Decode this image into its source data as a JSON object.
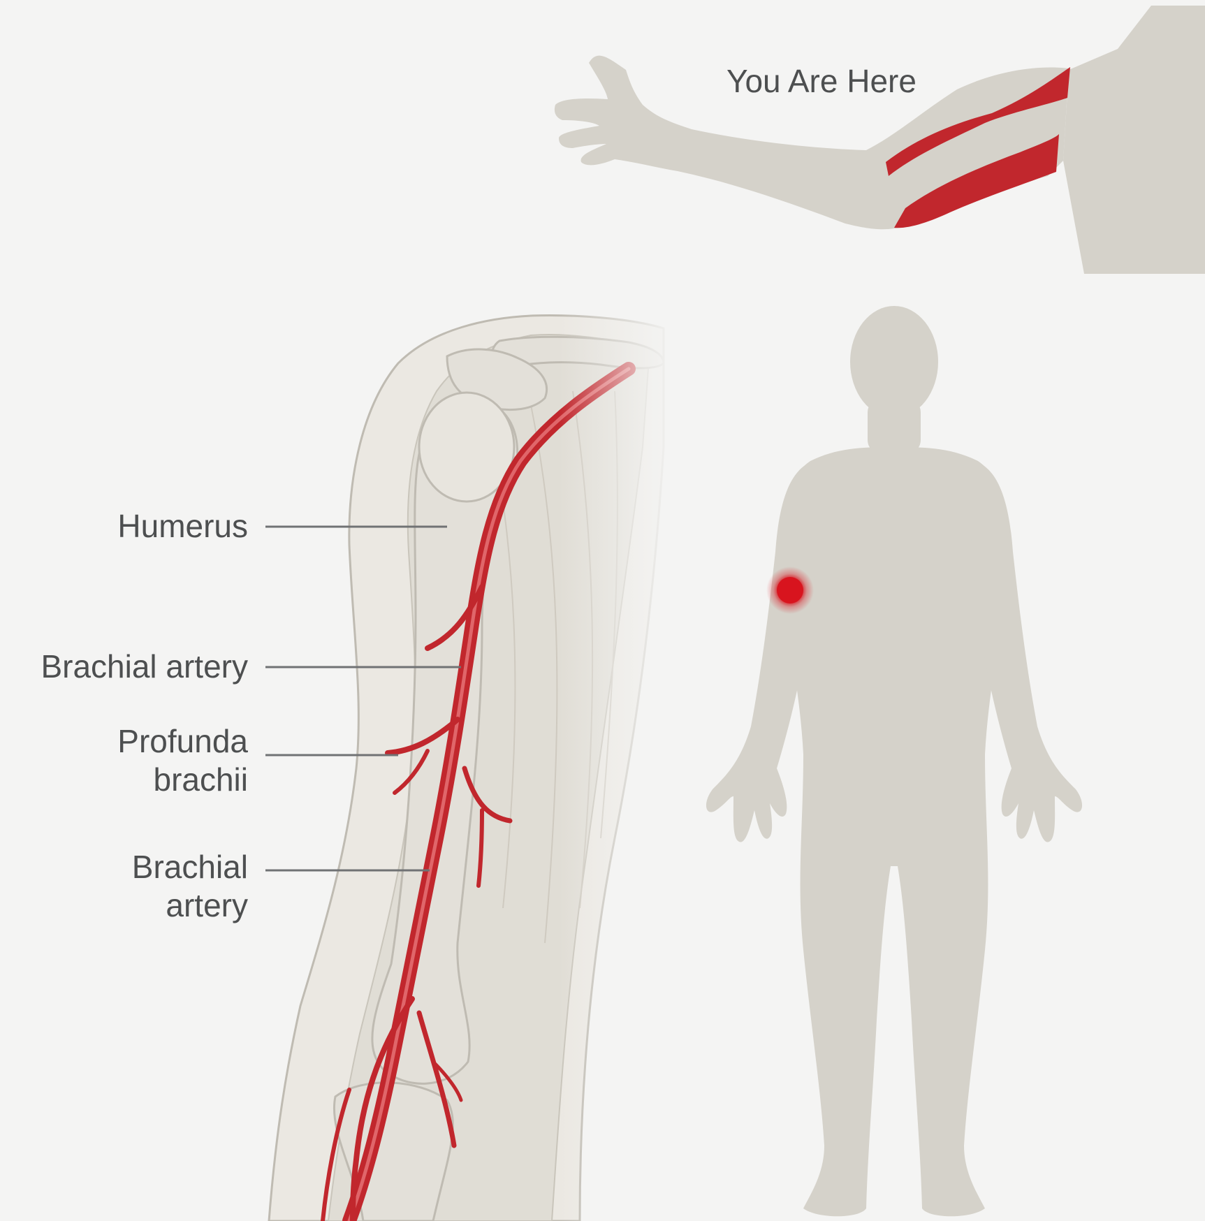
{
  "header": {
    "you_are_here": "You Are Here"
  },
  "labels": {
    "humerus": "Humerus",
    "brachial_artery_upper": "Brachial artery",
    "profunda_line1": "Profunda",
    "profunda_line2": "brachii",
    "brachial_lower_line1": "Brachial",
    "brachial_lower_line2": "artery"
  },
  "colors": {
    "background": "#f4f4f3",
    "silhouette": "#d5d2ca",
    "artery": "#c1272d",
    "marker": "#d8141e",
    "bone": "#e3e0d9",
    "outline": "#bfbbb2",
    "leader": "#707274",
    "text": "#4d4f50"
  }
}
